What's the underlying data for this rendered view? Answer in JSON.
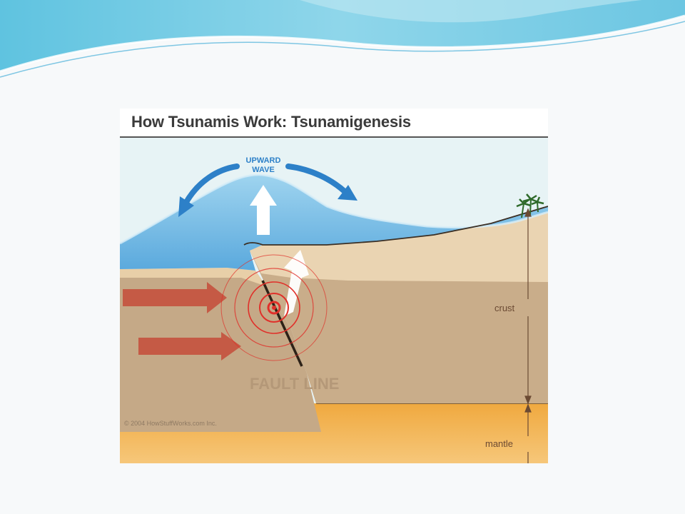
{
  "figure": {
    "title": "How Tsunamis Work: Tsunamigenesis",
    "labels": {
      "upward_wave_line1": "UPWARD",
      "upward_wave_line2": "WAVE",
      "fault_line": "FAULT LINE",
      "crust": "crust",
      "mantle": "mantle",
      "copyright": "© 2004 HowStuffWorks.com Inc."
    }
  },
  "colors": {
    "sky": "#e7f3f5",
    "ocean": "#6fb9e3",
    "crust": "#c7ac8a",
    "sediment": "#ead4b2",
    "mantle": "#f2b34d",
    "wave_arrow": "#2d80c8",
    "plate_arrow": "#c55a45",
    "epicenter": "#e0302a"
  }
}
